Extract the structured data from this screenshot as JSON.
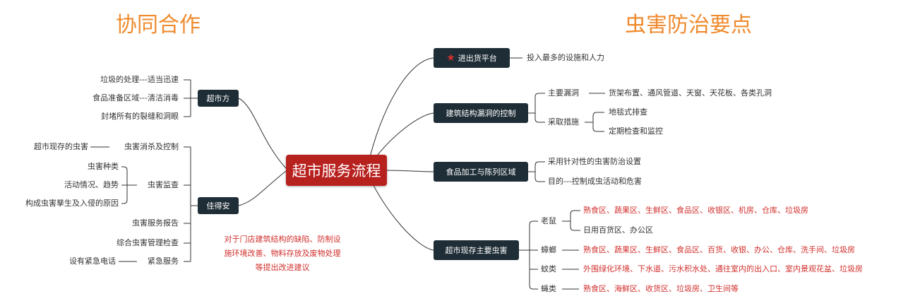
{
  "headings": {
    "left": "协同合作",
    "right": "虫害防治要点"
  },
  "center": "超市服务流程",
  "left": {
    "supermarket": {
      "label": "超市方",
      "items": [
        "垃圾的处理---适当迅速",
        "食品准备区域---清洁消毒",
        "封堵所有的裂缝和洞眼"
      ]
    },
    "jiadean": {
      "label": "佳得安",
      "control": {
        "source": "超市现存的虫害",
        "label": "虫害消杀及控制"
      },
      "monitor": {
        "label": "虫害监查",
        "items": [
          "虫害种类",
          "活动情况、趋势",
          "构成虫害孳生及入侵的原因"
        ]
      },
      "report": "虫害服务报告",
      "inspection": "综合虫害管理检查",
      "emergency": {
        "source": "设有紧急电话",
        "label": "紧急服务"
      },
      "note": [
        "对于门店建筑结构的缺陷、防制设",
        "施环境改善、物料存放及废物处理",
        "等提出改进建议"
      ]
    }
  },
  "right": {
    "platform": {
      "label": "进出货平台",
      "detail": "投入最多的设施和人力",
      "icon": "star-icon"
    },
    "structure": {
      "label": "建筑结构漏洞的控制",
      "main": {
        "label": "主要漏洞",
        "detail": "货架布置、通风管道、天窗、天花板、各类孔洞"
      },
      "measures": {
        "label": "采取措施",
        "items": [
          "地毯式排查",
          "定期检查和监控"
        ]
      }
    },
    "food": {
      "label": "食品加工与陈列区域",
      "items": [
        "采用针对性的虫害防治设置",
        "目的---控制成虫活动和危害"
      ]
    },
    "pests": {
      "label": "超市现存主要虫害",
      "rat": {
        "label": "老鼠",
        "items": [
          "熟食区、蔬果区、生鲜区、食品区、收银区、机房、仓库、垃圾房",
          "日用百货区、办公区"
        ]
      },
      "cockroach": {
        "label": "蟑螂",
        "detail": "熟食区、蔬果区、生鲜区、食品区、百货、收银、办公、仓库、洗手间、垃圾房"
      },
      "mosquito": {
        "label": "蚊类",
        "detail": "外围绿化环境、下水道、污水积水处、通往室内的出入口、室内景观花盆、垃圾房"
      },
      "fly": {
        "label": "蝇类",
        "detail": "熟食区、海鲜区、收货区、垃圾房、卫生间等"
      }
    }
  },
  "colors": {
    "heading": "#ef8a2d",
    "center_box": "#b7211e",
    "node_box": "#1e2d36",
    "accent_text": "#d0312d",
    "line": "#333333"
  }
}
